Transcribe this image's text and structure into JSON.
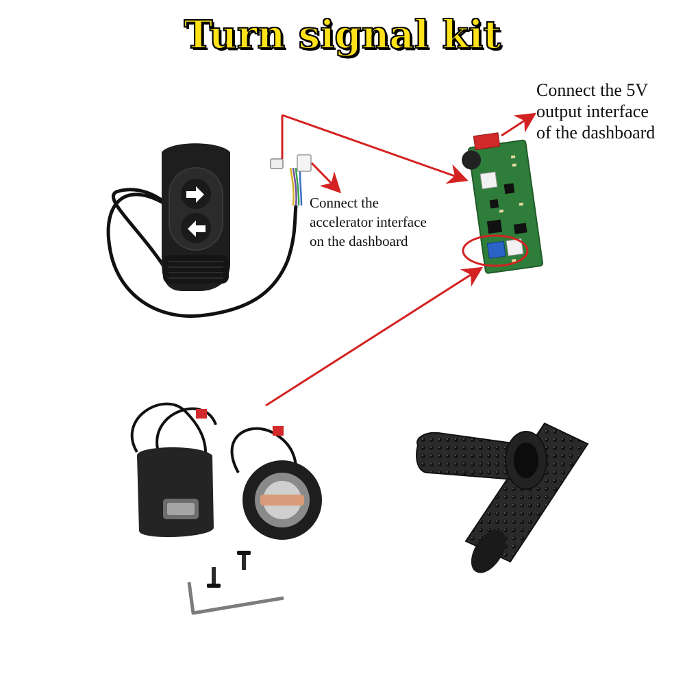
{
  "title": "Turn signal kit",
  "annotations": {
    "five_volt": "Connect the 5V\noutput interface\nof the dashboard",
    "accelerator": "Connect the\naccelerator interface\non the dashboard"
  },
  "colors": {
    "title_fill": "#ffe21a",
    "arrow": "#d42222",
    "pcb": "#2f7d3a",
    "rubber": "#1c1c1c"
  }
}
